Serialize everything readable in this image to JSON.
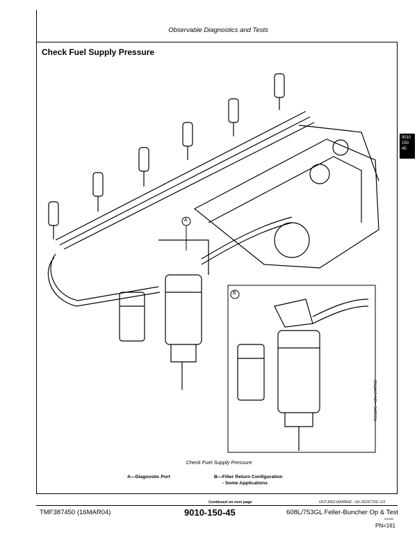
{
  "header": {
    "running_title": "Observable Diagnostics and Tests"
  },
  "section": {
    "title": "Check Fuel Supply Pressure"
  },
  "tab": {
    "line1": "9010",
    "line2": "150",
    "line3": "45"
  },
  "figure": {
    "callout_a": "A",
    "callout_b": "B",
    "caption": "Check Fuel Supply Pressure",
    "side_code": "RG13241 —UN–17APR02"
  },
  "legend": {
    "a": "A—Diagnostic Port",
    "b_line1": "B—Filter Return Configuration",
    "b_line2": "- Some Applications"
  },
  "footer": {
    "continued": "Continued on next page",
    "ref_code": "OUTJ002,0006B42  –19–31OCT03–1/2",
    "doc_id": "TMF387450 (16MAR04)",
    "page_number": "9010-150-45",
    "manual_title": "608L/753GL Feller-Buncher Op & Test",
    "tiny_code": "031604",
    "pn": "PN=161"
  }
}
